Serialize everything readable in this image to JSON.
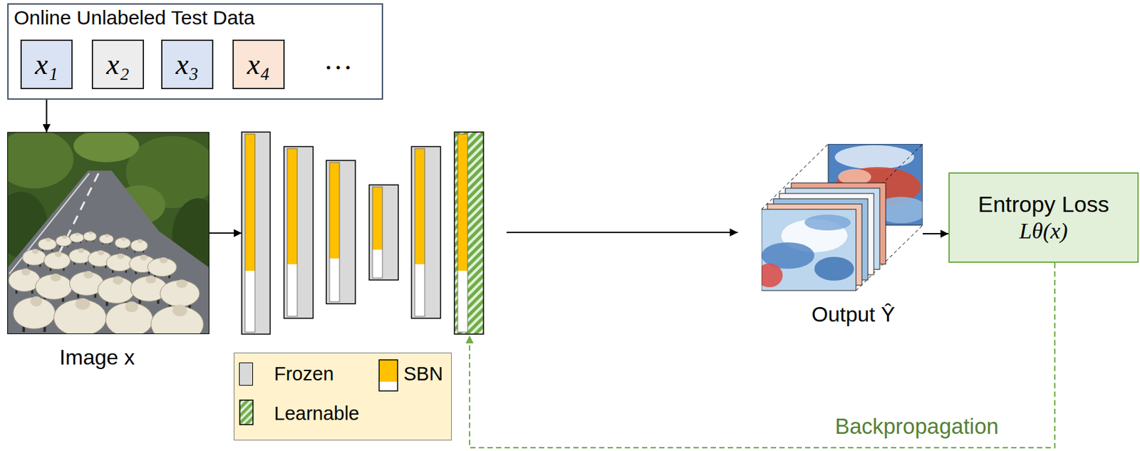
{
  "diagram": {
    "nodes": [
      {
        "text": [
          "Online Unlabeled Test Data"
        ]
      },
      {
        "text": [
          "x₁"
        ],
        "in": 0
      },
      {
        "text": [
          "x₂"
        ],
        "in": 0
      },
      {
        "text": [
          "x₃"
        ],
        "in": 0
      },
      {
        "text": [
          "x₄"
        ],
        "in": 0
      },
      {
        "text": [
          "Image x"
        ]
      },
      {
        "text": [
          "Output Ŷ"
        ]
      },
      {
        "text": [
          "Entropy Loss",
          "Lθ(x)"
        ]
      }
    ],
    "edges": [
      {
        "from": 1,
        "to": 5,
        "arrow": "to"
      },
      {
        "from": 6,
        "to": 7,
        "arrow": "to"
      }
    ],
    "labels": [
      "…",
      "Backpropagation"
    ],
    "legend": [
      {
        "text": "Frozen",
        "color": "#d9d9d9"
      },
      {
        "text": "SBN"
      },
      {
        "text": "Learnable"
      }
    ]
  }
}
